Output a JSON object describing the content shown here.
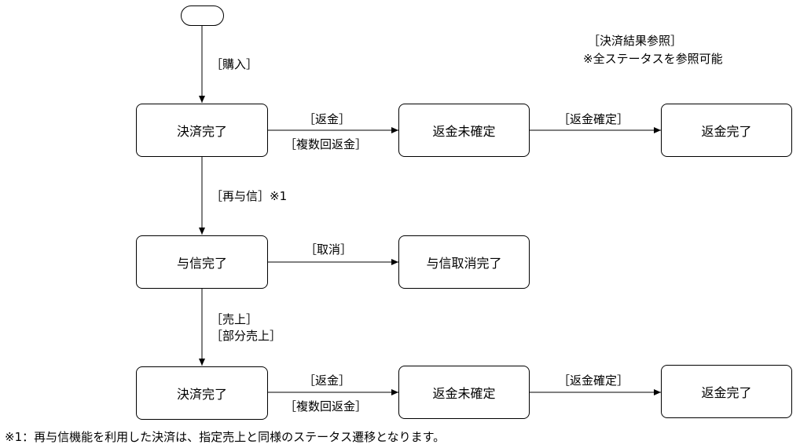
{
  "nodes": {
    "kessai_kanryo_1": "決済完了",
    "henkin_mikakutei_1": "返金未確定",
    "henkin_kanryo_1": "返金完了",
    "yoshin_kanryo": "与信完了",
    "yoshin_torikeshi_kanryo": "与信取消完了",
    "kessai_kanryo_2": "決済完了",
    "henkin_mikakutei_2": "返金未確定",
    "henkin_kanryo_2": "返金完了"
  },
  "edges": {
    "purchase": "［購入］",
    "refund_1": "［返金］",
    "multi_refund_1": "［複数回返金］",
    "refund_confirm_1": "［返金確定］",
    "reauth": "［再与信］※1",
    "cancel": "［取消］",
    "sales": "［売上］",
    "partial_sales": "［部分売上］",
    "refund_2": "［返金］",
    "multi_refund_2": "［複数回返金］",
    "refund_confirm_2": "［返金確定］"
  },
  "notes": {
    "ref_title": "［決済結果参照］",
    "ref_body": "※全ステータスを参照可能",
    "footnote": "※1：再与信機能を利用した決済は、指定売上と同様のステータス遷移となります。"
  }
}
